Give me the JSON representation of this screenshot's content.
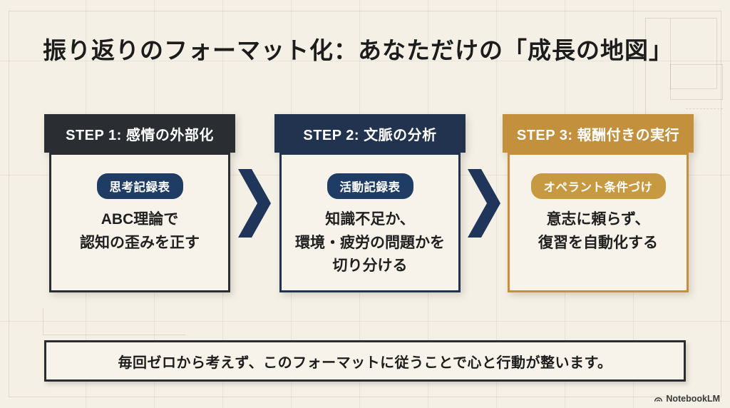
{
  "title": "振り返りのフォーマット化：あなただけの「成長の地図」",
  "steps": [
    {
      "header": "STEP 1: 感情の外部化",
      "badge": "思考記録表",
      "lines": [
        "ABC理論で",
        "認知の歪みを正す"
      ],
      "accent": "#2a2d32"
    },
    {
      "header": "STEP 2: 文脈の分析",
      "badge": "活動記録表",
      "lines": [
        "知識不足か、",
        "環境・疲労の問題かを",
        "切り分ける"
      ],
      "accent": "#223350"
    },
    {
      "header": "STEP 3: 報酬付きの実行",
      "badge": "オペラント条件づけ",
      "lines": [
        "意志に頼らず、",
        "復習を自動化する"
      ],
      "accent": "#c3913d"
    }
  ],
  "footer": {
    "text": "毎回ゼロから考えず、このフォーマットに従うことで心と行動が整います。"
  },
  "watermark": {
    "label": "NotebookLM"
  },
  "icons": {
    "connector": "chevron-right",
    "watermark": "notebooklm-arc-logo"
  },
  "colors": {
    "background": "#f4f0e6",
    "panel": "#f7f3ea",
    "ink": "#1c1c1c",
    "step1_accent": "#2a2d32",
    "step2_accent": "#223350",
    "badge_navy": "#1e3c64",
    "arrow_navy": "#1f3559",
    "step3_accent": "#c3913d",
    "badge_gold": "#c79940"
  }
}
